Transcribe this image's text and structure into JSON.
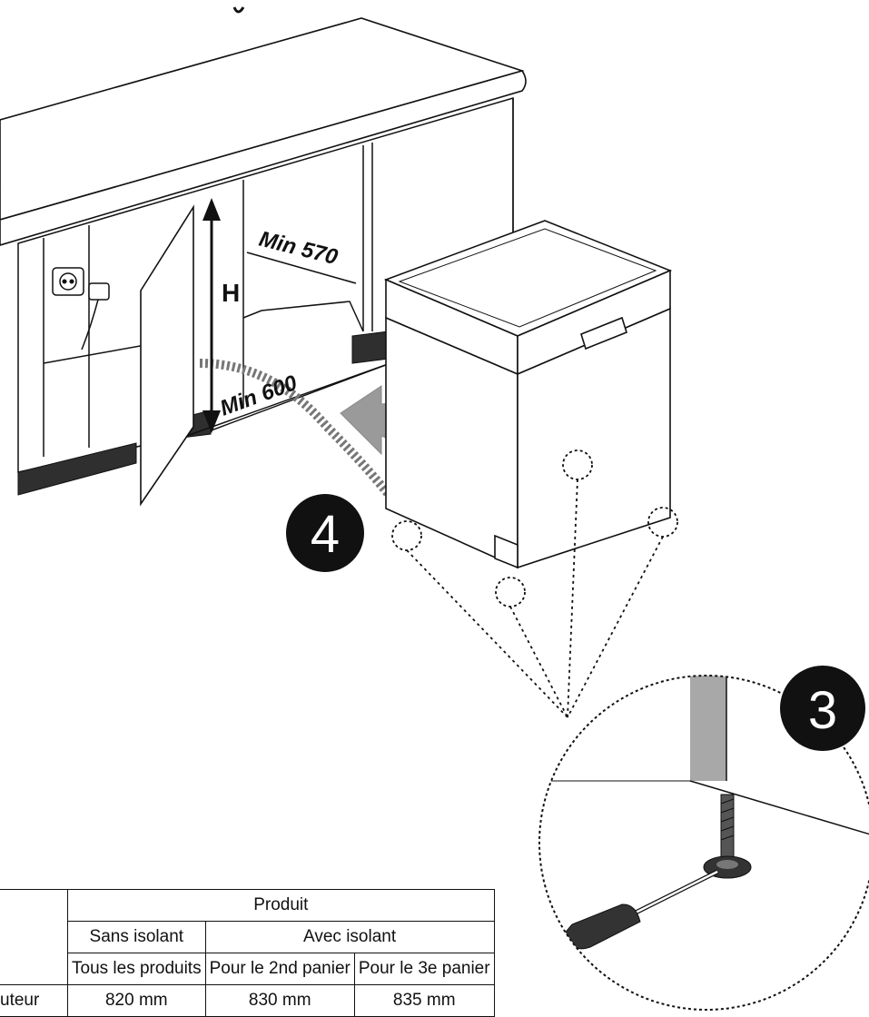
{
  "diagram": {
    "labels": {
      "height": "H",
      "depth_top": "Min 570",
      "depth_floor": "Min 600"
    },
    "steps": {
      "adjust": "3",
      "insert": "4"
    },
    "colors": {
      "line": "#111111",
      "arrow_fill": "#9a9a9a",
      "plinth": "#2f2f2f",
      "badge": "#111111"
    }
  },
  "table": {
    "header": "Produit",
    "groups": {
      "without": "Sans isolant",
      "with": "Avec isolant"
    },
    "subheaders": {
      "all": "Tous les produits",
      "second": "Pour le 2nd panier",
      "third": "Pour le 3e panier"
    },
    "row": {
      "label": "uteur",
      "all": "820 mm",
      "second": "830 mm",
      "third": "835 mm"
    }
  }
}
